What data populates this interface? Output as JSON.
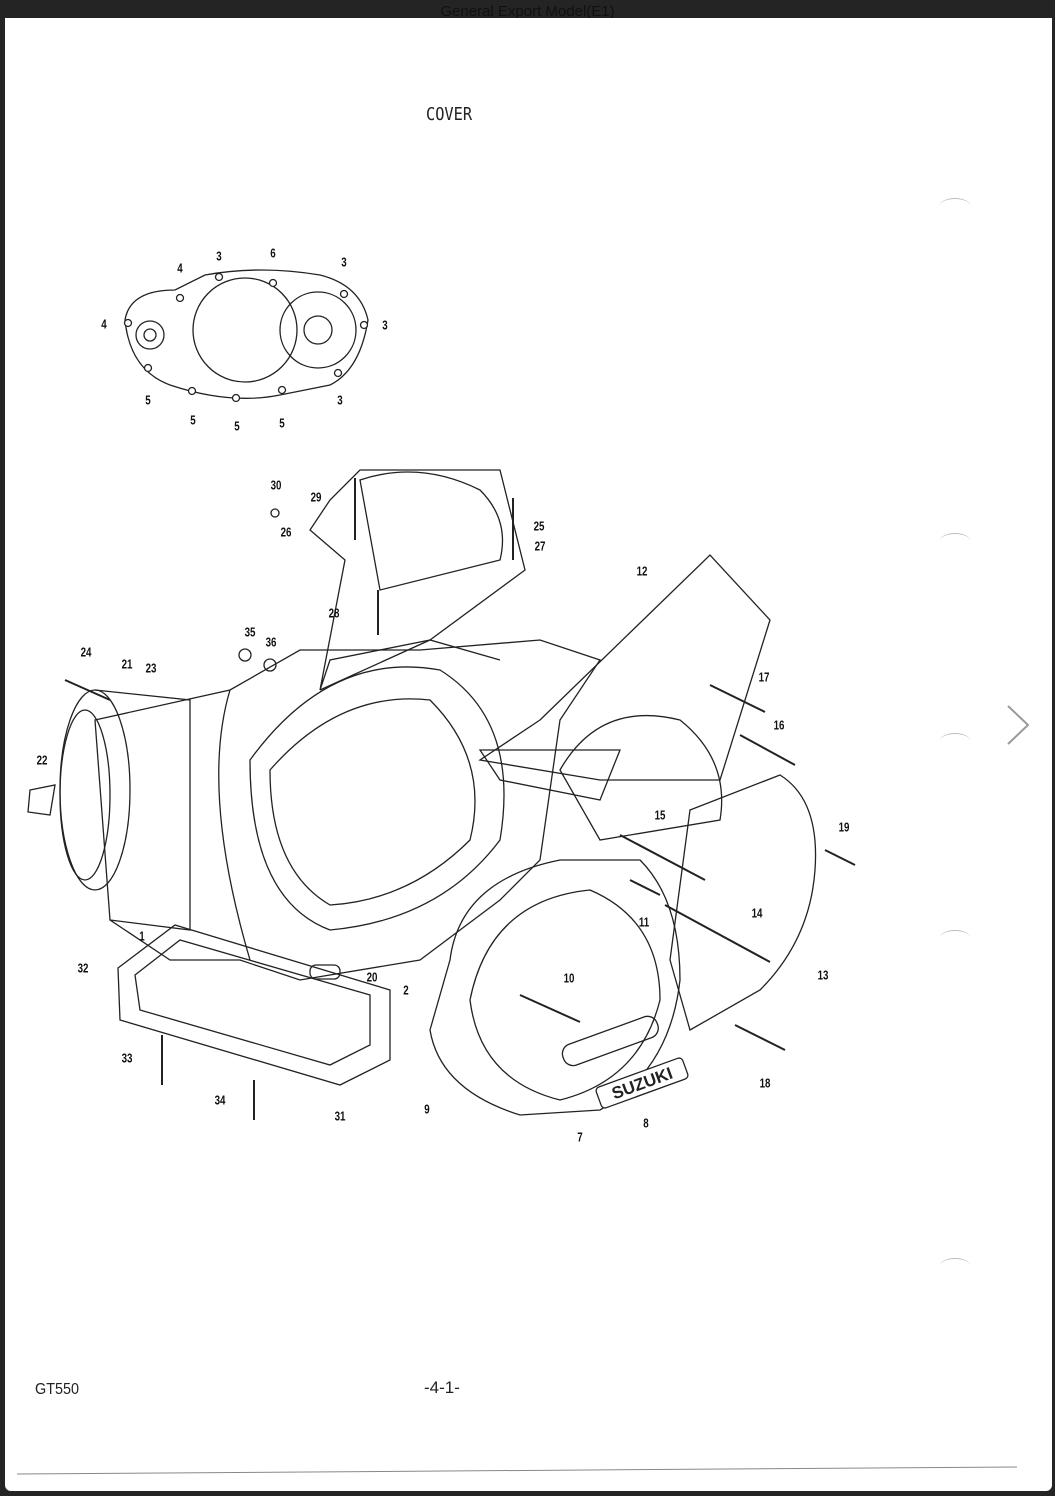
{
  "viewer": {
    "document_title": "General Export Model(E1)",
    "next_page_icon": "chevron-right-icon"
  },
  "page": {
    "heading": "COVER",
    "footer_model": "GT550",
    "footer_page": "-4-1-",
    "logo_text": "SUZUKI"
  },
  "callouts": {
    "inset": [
      "4",
      "3",
      "6",
      "3",
      "4",
      "3",
      "5",
      "5",
      "5",
      "5",
      "3"
    ],
    "main": [
      "30",
      "29",
      "26",
      "25",
      "27",
      "12",
      "28",
      "35",
      "36",
      "24",
      "21",
      "23",
      "17",
      "16",
      "22",
      "15",
      "19",
      "11",
      "14",
      "1",
      "32",
      "20",
      "2",
      "13",
      "10",
      "33",
      "18",
      "34",
      "31",
      "9",
      "8",
      "7"
    ]
  }
}
